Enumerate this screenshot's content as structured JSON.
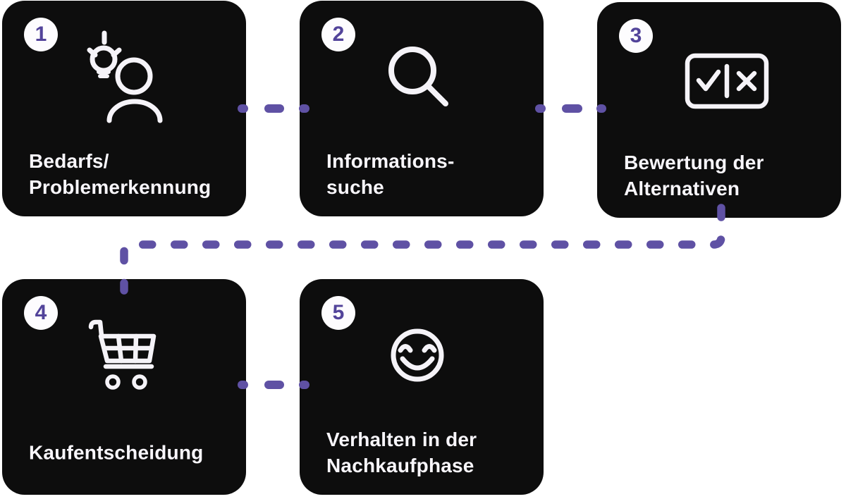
{
  "colors": {
    "page_bg": "#FFFFFF",
    "card_bg": "#5B4A9C",
    "card_shadow": "#0D0D0D",
    "connector": "#5F51A4",
    "badge_bg": "#FDFCFE",
    "badge_text": "#52439A",
    "title_text": "#F8F6FB",
    "icon_stroke": "#F5F3F8"
  },
  "steps": [
    {
      "number": "1",
      "icon": "person-lightbulb-icon",
      "lines": [
        "Bedarfs/",
        "Problemerkennung"
      ]
    },
    {
      "number": "2",
      "icon": "magnifier-icon",
      "lines": [
        "Informations-",
        "suche"
      ]
    },
    {
      "number": "3",
      "icon": "check-cross-icon",
      "lines": [
        "Bewertung der",
        "Alternativen"
      ]
    },
    {
      "number": "4",
      "icon": "shopping-cart-icon",
      "lines": [
        "Kaufentscheidung"
      ]
    },
    {
      "number": "5",
      "icon": "smiley-icon",
      "lines": [
        "Verhalten in der",
        "Nachkaufphase"
      ]
    }
  ]
}
